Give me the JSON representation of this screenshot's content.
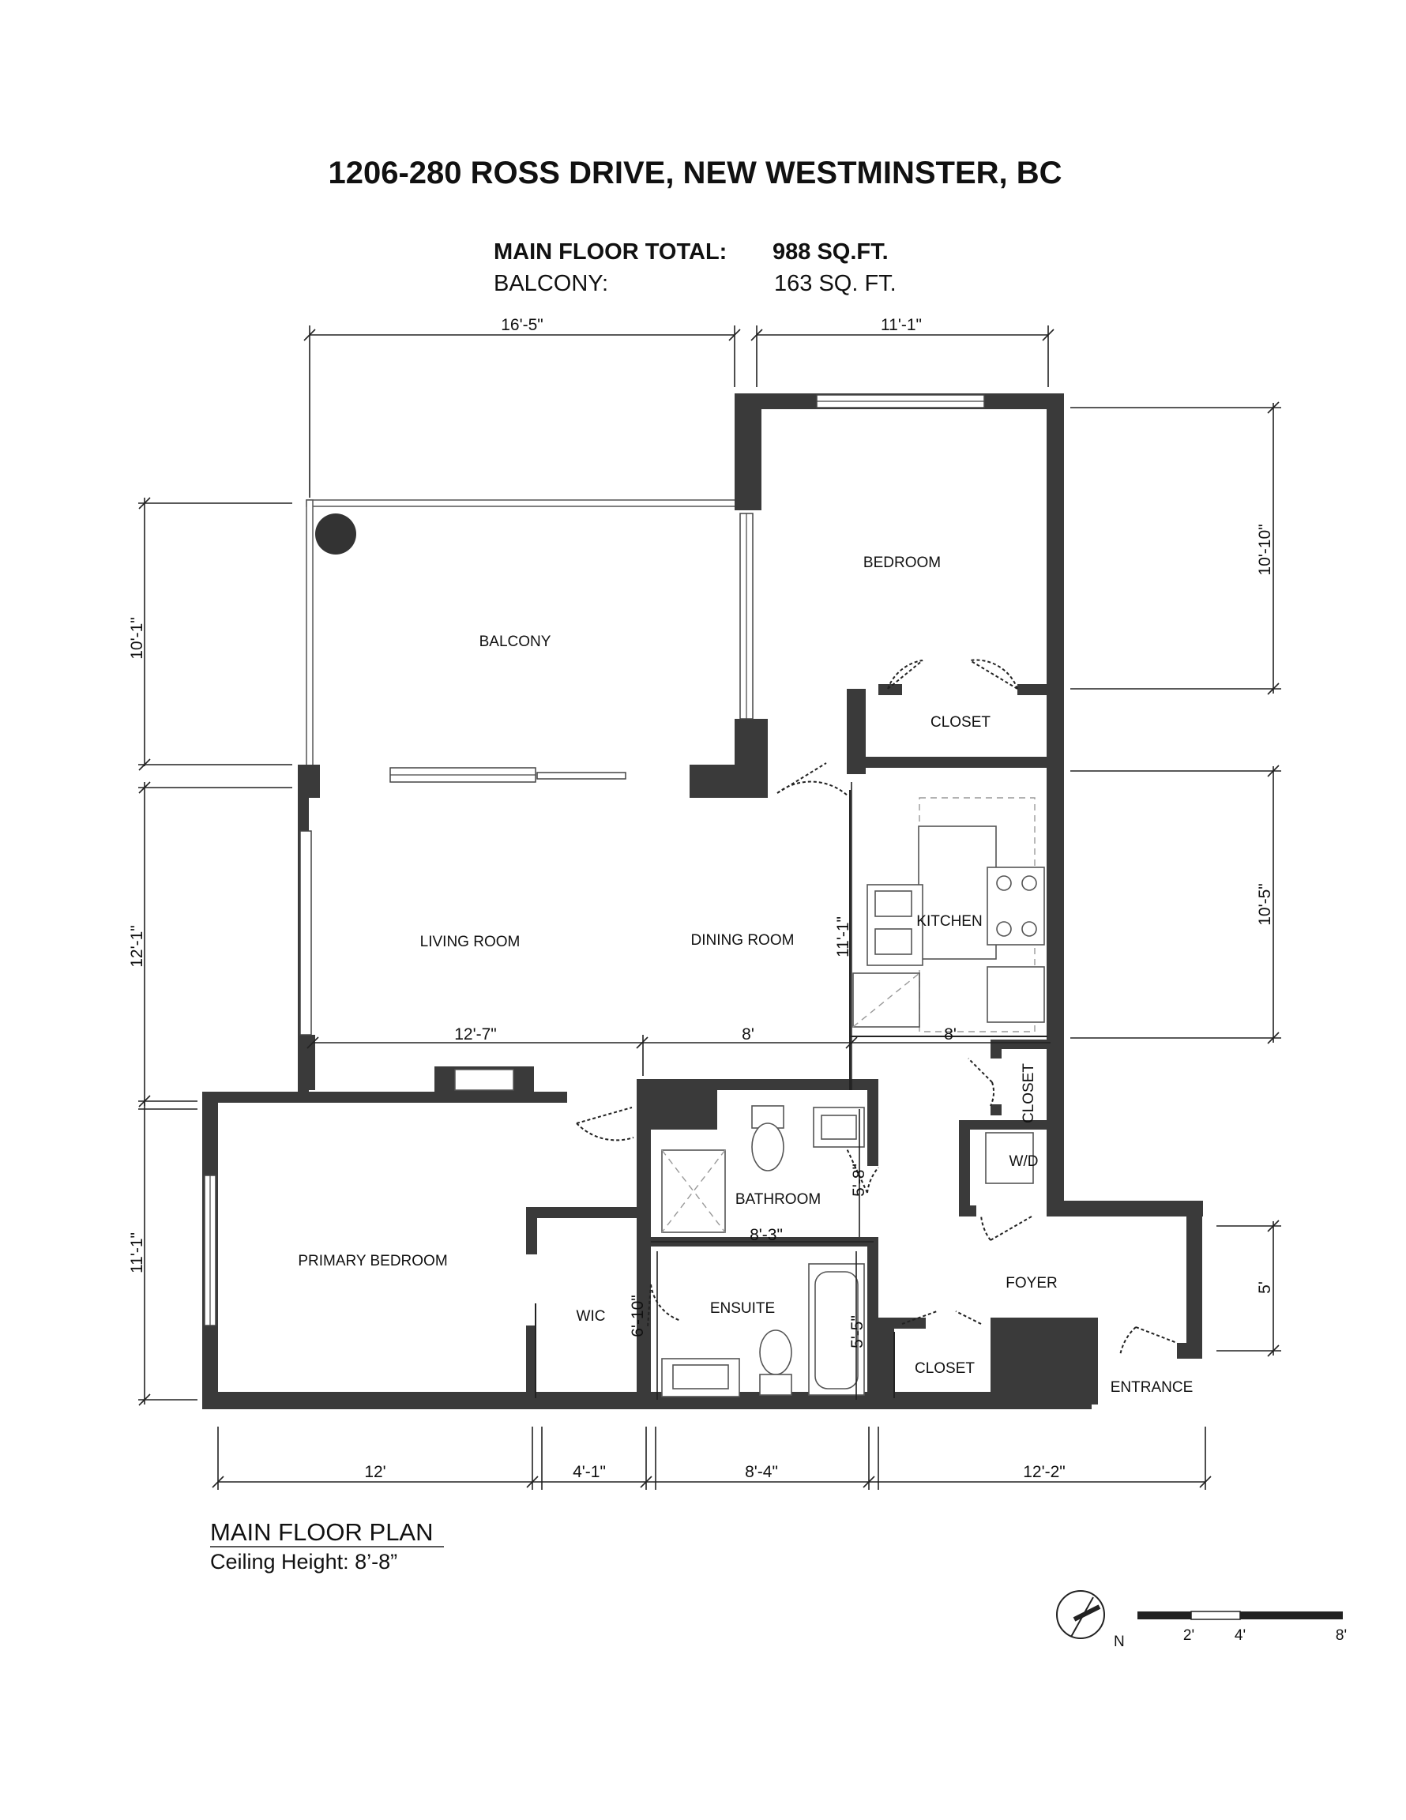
{
  "header": {
    "address": "1206-280 ROSS DRIVE, NEW WESTMINSTER, BC",
    "main_floor_label": "MAIN FLOOR TOTAL:",
    "main_floor_value": "988 SQ.FT.",
    "balcony_label": "BALCONY:",
    "balcony_value": "163 SQ. FT."
  },
  "rooms": {
    "bedroom": "BEDROOM",
    "balcony": "BALCONY",
    "closet_bedroom": "CLOSET",
    "living_room": "LIVING ROOM",
    "dining_room": "DINING ROOM",
    "kitchen": "KITCHEN",
    "closet_hall": "CLOSET",
    "wd": "W/D",
    "bathroom": "BATHROOM",
    "primary_bedroom": "PRIMARY BEDROOM",
    "wic": "WIC",
    "ensuite": "ENSUITE",
    "foyer": "FOYER",
    "closet_entry": "CLOSET",
    "entrance": "ENTRANCE"
  },
  "dimensions": {
    "top_left": "16'-5\"",
    "top_right": "11'-1\"",
    "left_balcony": "10'-1\"",
    "left_living": "12'-1\"",
    "left_primary": "11'-1\"",
    "right_bedroom": "10'-10\"",
    "right_kitchen": "10'-5\"",
    "right_foyer": "5'",
    "living_width": "12'-7\"",
    "dining_width": "8'",
    "kitchen_width": "8'",
    "kitchen_depth": "11'-1\"",
    "bath_depth": "5'-8\"",
    "bath_width": "8'-3\"",
    "ensuite_left": "6'-10\"",
    "ensuite_right": "5'-5\"",
    "bottom_primary": "12'",
    "bottom_wic": "4'-1\"",
    "bottom_ensuite": "8'-4\"",
    "bottom_foyer": "12'-2\""
  },
  "footer": {
    "plan_title": "MAIN FLOOR PLAN",
    "ceiling": "Ceiling Height: 8’-8”",
    "north_label": "N",
    "scale_2": "2'",
    "scale_4": "4'",
    "scale_8": "8'"
  },
  "icons": [
    "north-arrow-icon",
    "scale-bar-icon"
  ]
}
